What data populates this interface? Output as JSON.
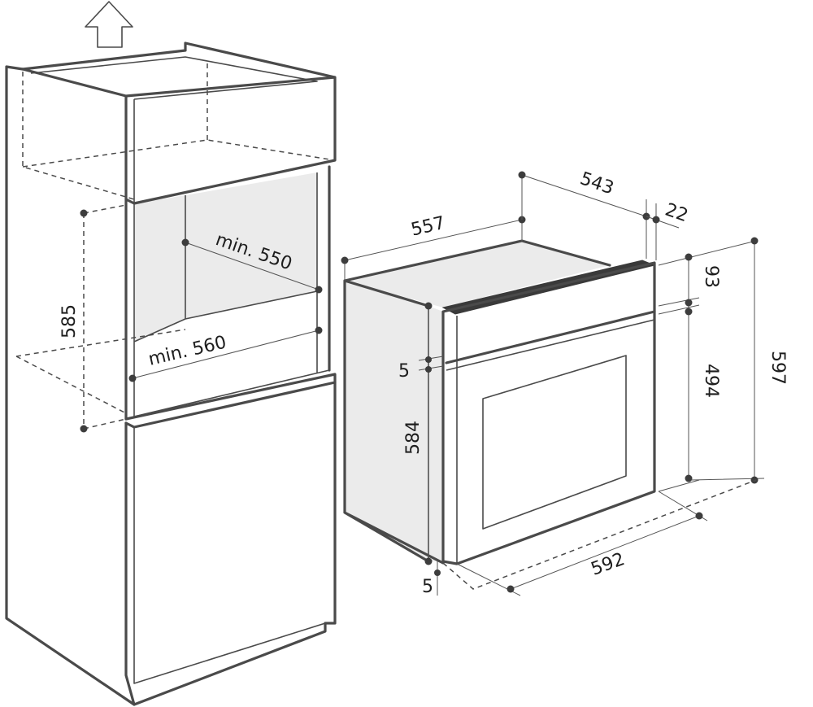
{
  "colors": {
    "line": "#4a4a4a",
    "shade": "#ebebeb",
    "text": "#1e1e1e"
  },
  "icons": [
    "up-arrow-icon"
  ],
  "cabinet": {
    "height_label": "585",
    "depth_label": "min. 550",
    "width_label": "min. 560"
  },
  "oven": {
    "depth_total_label": "557",
    "depth_body_label": "543",
    "front_thickness_label": "22",
    "top_offset_label": "93",
    "cavity_height_label": "494",
    "total_height_label": "597",
    "body_height_label": "584",
    "top_gap_label": "5",
    "bottom_gap_label": "5",
    "width_label": "592"
  }
}
